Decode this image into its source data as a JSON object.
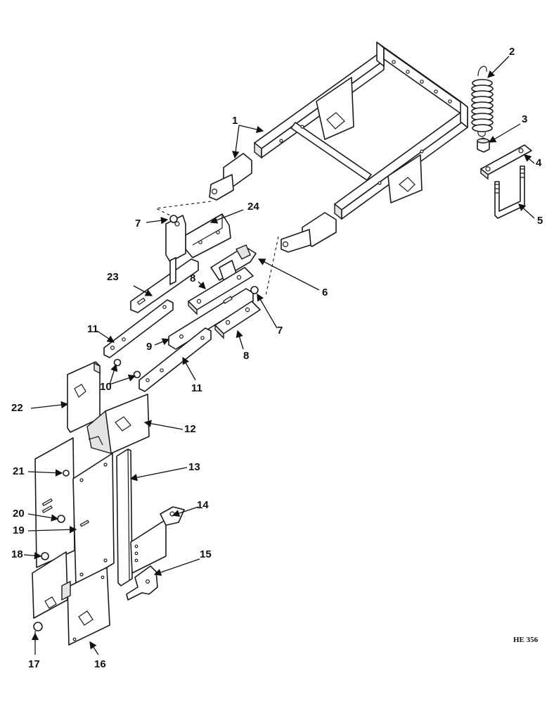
{
  "figure_code": "HE 356",
  "callouts": [
    "1",
    "2",
    "3",
    "4",
    "5",
    "6",
    "7",
    "7",
    "8",
    "8",
    "9",
    "10",
    "11",
    "11",
    "12",
    "13",
    "14",
    "15",
    "16",
    "17",
    "18",
    "19",
    "20",
    "21",
    "22",
    "23",
    "24"
  ],
  "colors": {
    "ink": "#1a1a1a",
    "paper": "#ffffff",
    "shade": "#e4e4e4"
  }
}
